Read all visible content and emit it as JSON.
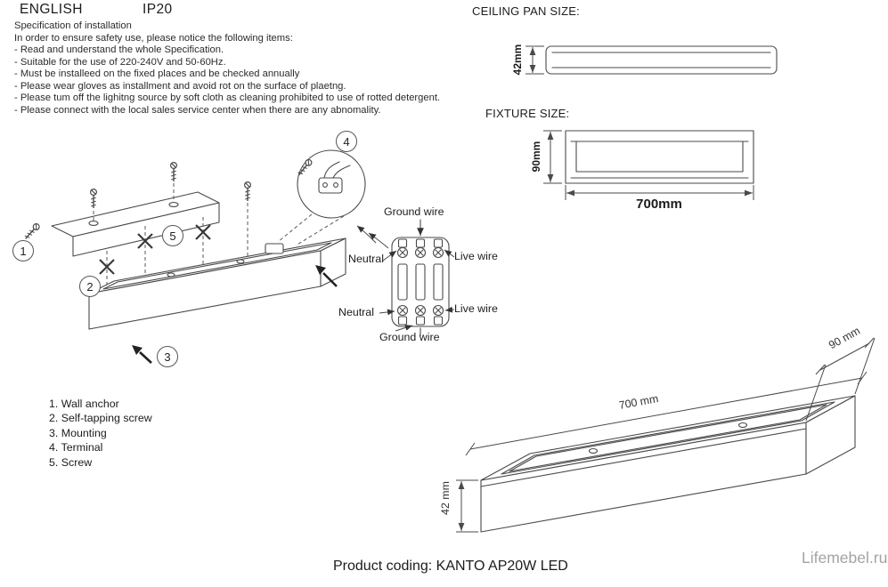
{
  "palette": {
    "line": "#4a4a4a",
    "text": "#1c1c1c",
    "watermark": "#a3a3a3"
  },
  "header": {
    "language": "ENGLISH",
    "ip_rating": "IP20"
  },
  "spec": {
    "title": "Specification of installation",
    "intro": "In order to ensure safety use, please notice the following items:",
    "items": [
      "- Read and understand the whole Specification.",
      "- Suitable for the use of 220-240V and 50-60Hz.",
      "- Must be installeed on the fixed places and be checked annually",
      "- Please wear gloves as installment and avoid rot on the surface of plaetng.",
      "- Please tum off the lighitng source by soft cloth as cleaning prohibited to use of rotted detergent.",
      "- Please connect with the local sales service center when there are any abnomality."
    ]
  },
  "ceiling_pan": {
    "title": "CEILING PAN  SIZE:",
    "height": "42mm"
  },
  "fixture_size": {
    "title": "FIXTURE SIZE:",
    "height": "90mm",
    "length": "700mm"
  },
  "wiring": {
    "ground_top": "Ground wire",
    "neutral_top": "Neutral",
    "live_top": "Live wire",
    "neutral_bottom": "Neutral",
    "live_bottom": "Live wire",
    "ground_bottom": "Ground wire"
  },
  "exploded": {
    "n1": "1",
    "n2": "2",
    "n3": "3",
    "n4": "4",
    "n5": "5"
  },
  "legend": {
    "items": [
      "1. Wall anchor",
      "2. Self-tapping screw",
      "3. Mounting",
      "4. Terminal",
      "5. Screw"
    ]
  },
  "perspective": {
    "length": "700 mm",
    "depth": "90 mm",
    "height": "42 mm"
  },
  "footer": {
    "label": "Product coding:",
    "code": "KANTO AP20W LED",
    "watermark": "Lifemebel.ru"
  }
}
